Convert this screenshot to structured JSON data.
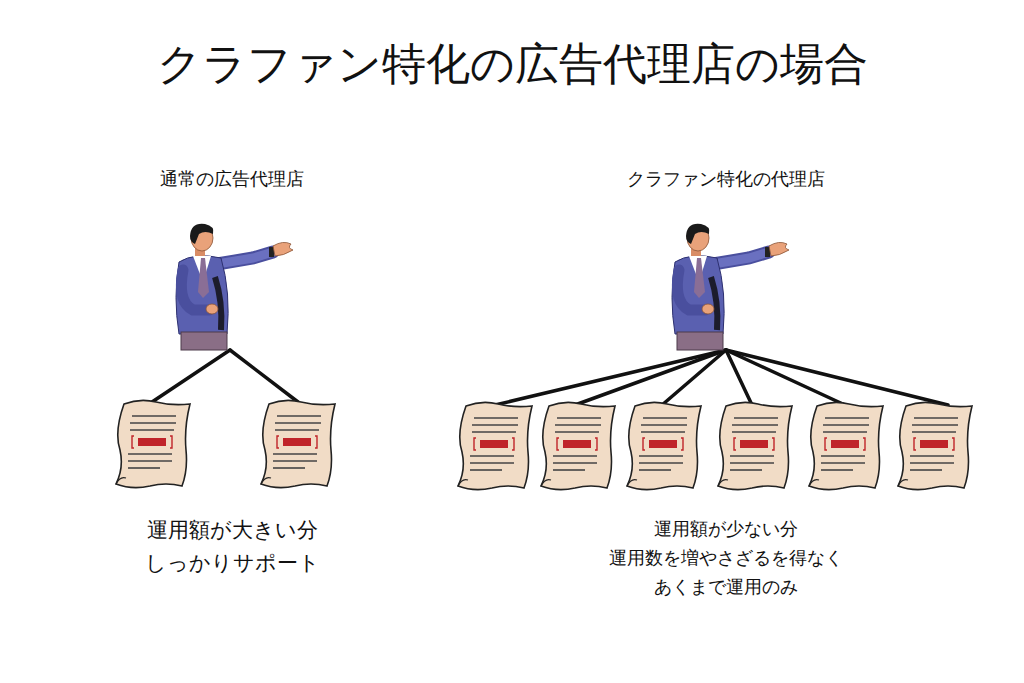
{
  "diagram": {
    "title": "クラファン特化の広告代理店の場合",
    "labels": [
      "通常の広告代理店",
      "クラファン特化の代理店",
      "運用額が大きい分",
      "しっかりサポート",
      "運用額が少ない分",
      "運用数を増やさざるを得なく",
      "あくまで運用のみ"
    ]
  }
}
